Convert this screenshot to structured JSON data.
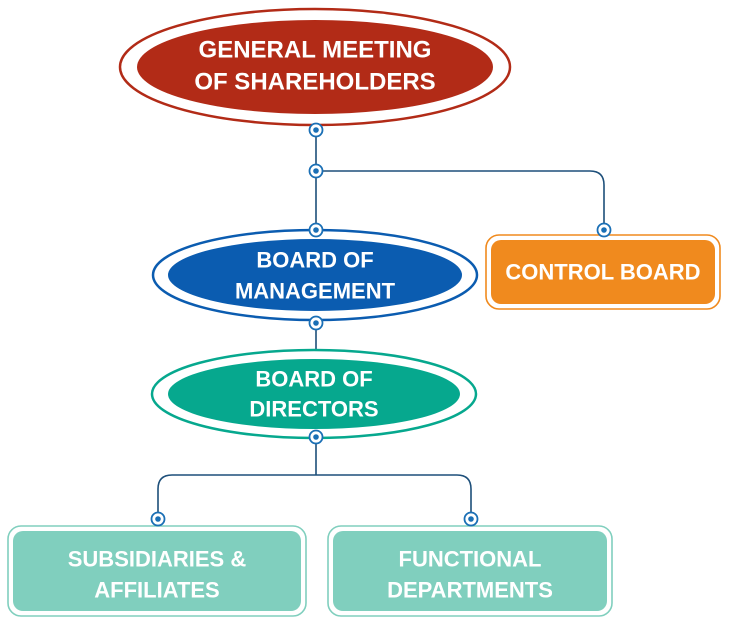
{
  "diagram": {
    "type": "org-chart",
    "nodes": {
      "general_meeting": {
        "lines": [
          "GENERAL MEETING",
          "OF SHAREHOLDERS"
        ],
        "color": "#B22B17",
        "border": "#B22B17"
      },
      "board_of_management": {
        "lines": [
          "BOARD OF",
          "MANAGEMENT"
        ],
        "color": "#0B5CB0",
        "border": "#0B5CB0"
      },
      "control_board": {
        "lines": [
          "CONTROL BOARD"
        ],
        "color": "#F08A1E",
        "border": "#F08A1E"
      },
      "board_of_directors": {
        "lines": [
          "BOARD OF",
          "DIRECTORS"
        ],
        "color": "#06A88E",
        "border": "#06A88E"
      },
      "subsidiaries": {
        "lines": [
          "SUBSIDIARIES &",
          "AFFILIATES"
        ],
        "color": "#80CFBE",
        "border": "#80CFBE"
      },
      "functional_departments": {
        "lines": [
          "FUNCTIONAL",
          "DEPARTMENTS"
        ],
        "color": "#80CFBE",
        "border": "#80CFBE"
      }
    },
    "connector_color": "#1D4F7A",
    "dot_color": "#1A6FB5"
  }
}
